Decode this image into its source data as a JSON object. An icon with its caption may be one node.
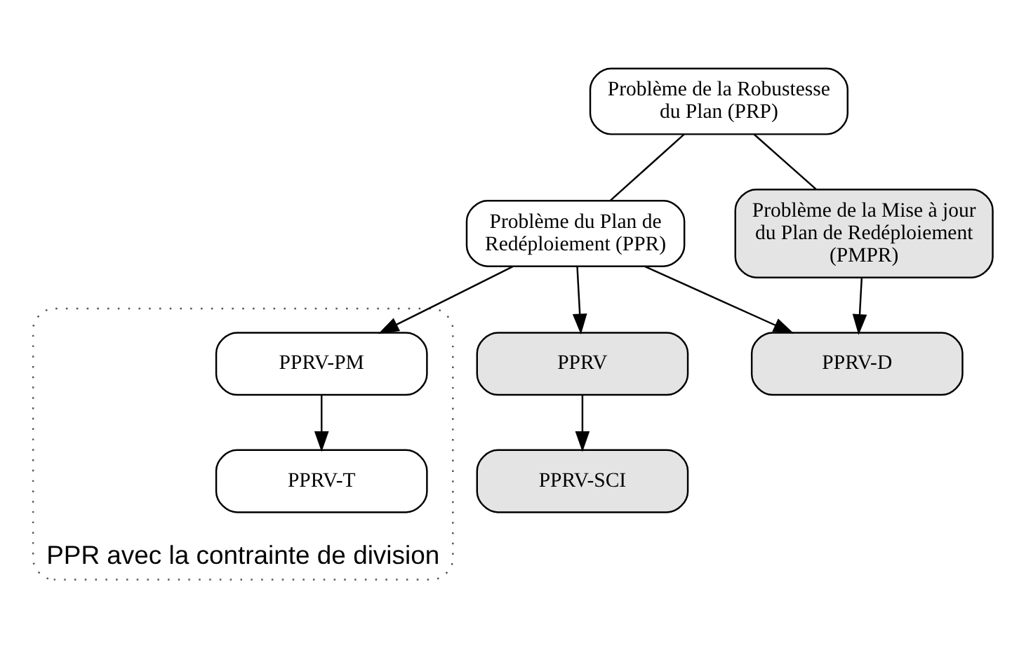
{
  "diagram": {
    "nodes": [
      {
        "text": [
          "Problème de la Robustesse du Plan (PRP)"
        ]
      },
      {
        "text": [
          "Problème du Plan de Redéploiement (PPR)"
        ]
      },
      {
        "text": [
          "Problème de la Mise à jour du Plan de Redéploiement (PMPR)"
        ]
      },
      {
        "text": [
          "PPRV"
        ]
      },
      {
        "text": [
          "PPR avec la contrainte de division"
        ]
      },
      {
        "text": [
          "PPRV-PM"
        ],
        "in": 4
      },
      {
        "text": [
          "PPRV-T"
        ],
        "in": 4
      },
      {
        "text": [
          "PPRV-D"
        ]
      },
      {
        "text": [
          "PPRV-SCI"
        ]
      }
    ],
    "edges": [
      {
        "from": 0,
        "to": 1,
        "arrow": "none"
      },
      {
        "from": 0,
        "to": 2,
        "arrow": "none"
      },
      {
        "from": 1,
        "to": 3,
        "arrow": "to"
      },
      {
        "from": 1,
        "to": 5,
        "arrow": "to"
      },
      {
        "from": 1,
        "to": 7,
        "arrow": "to"
      },
      {
        "from": 2,
        "to": 7,
        "arrow": "to"
      },
      {
        "from": 3,
        "to": 8,
        "arrow": "to"
      },
      {
        "from": 5,
        "to": 6,
        "arrow": "to"
      }
    ]
  }
}
